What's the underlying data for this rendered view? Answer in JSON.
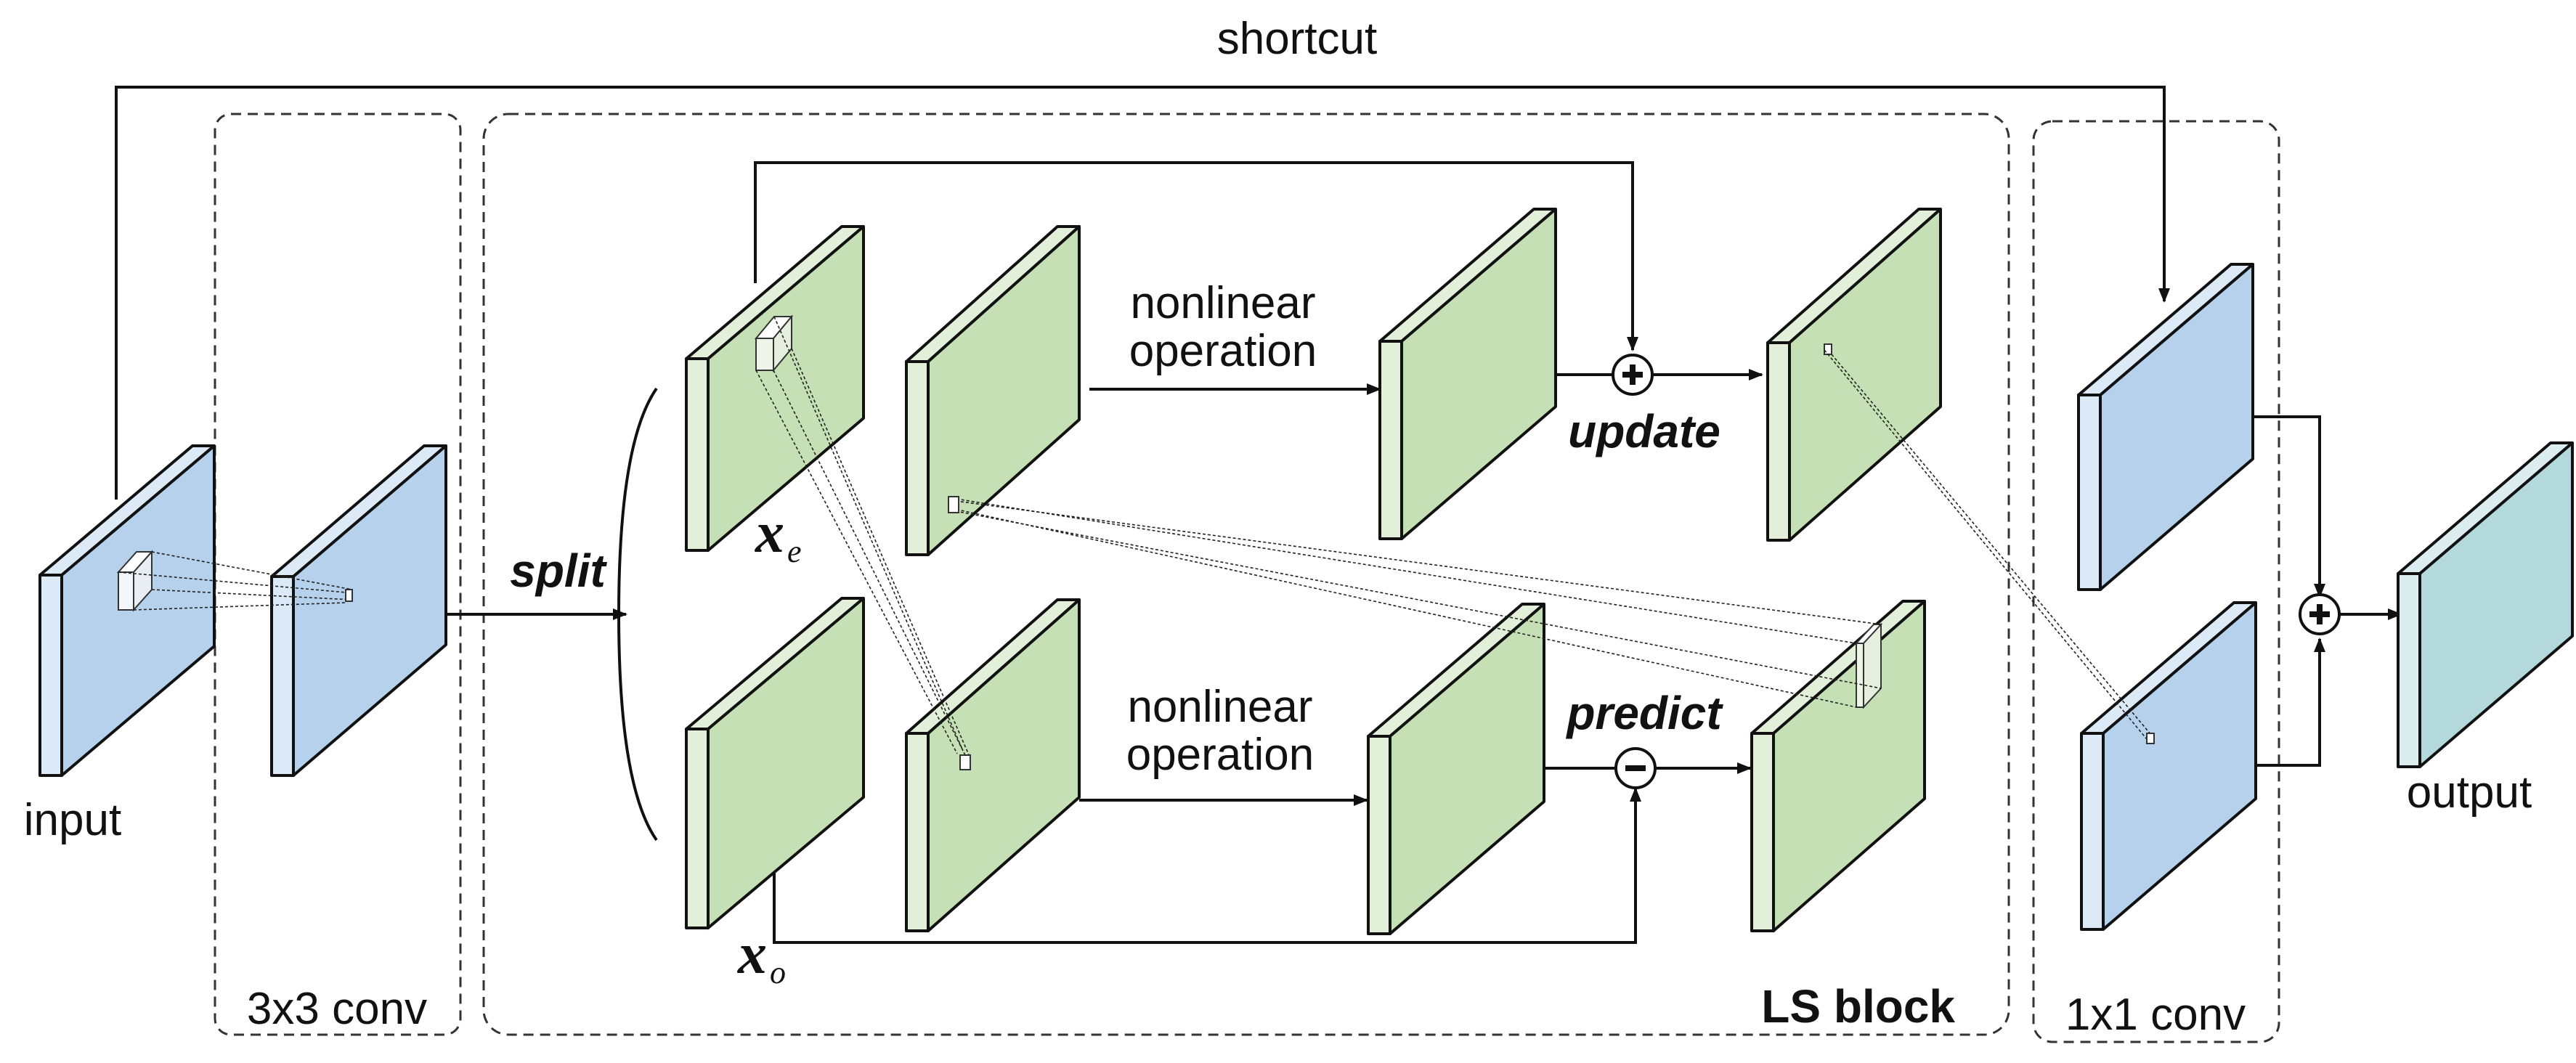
{
  "labels": {
    "shortcut": "shortcut",
    "input": "input",
    "output": "output",
    "conv3": "3x3 conv",
    "conv1": "1x1 conv",
    "ls_block": "LS block",
    "split": "split",
    "update": "update",
    "predict": "predict",
    "nonlinear_top_1": "nonlinear",
    "nonlinear_top_2": "operation",
    "nonlinear_bot_1": "nonlinear",
    "nonlinear_bot_2": "operation",
    "xe_main": "x",
    "xe_sub": "e",
    "xo_main": "x",
    "xo_sub": "o"
  },
  "operators": {
    "update_symbol": "+",
    "predict_symbol": "−",
    "merge_symbol": "+"
  },
  "colors": {
    "blue_face": "#b5d1ec",
    "blue_edge": "#dce9f6",
    "green_face": "#c5e0b4",
    "green_edge": "#e2f0d9",
    "teal_face": "#b3d9dc",
    "teal_edge": "#dcedef",
    "stroke": "#111111"
  }
}
